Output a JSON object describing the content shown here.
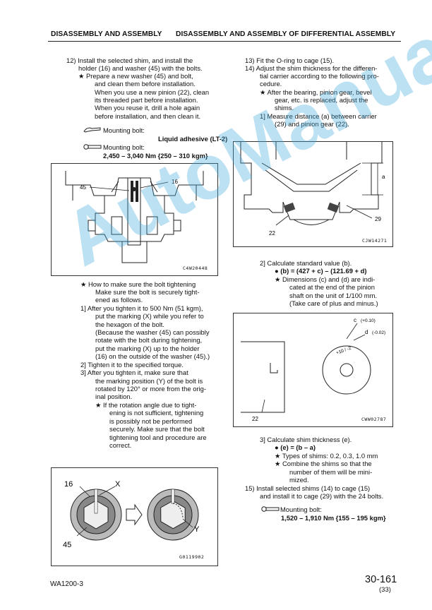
{
  "header": {
    "left": "DISASSEMBLY AND ASSEMBLY",
    "right": "DISASSEMBLY AND ASSEMBLY OF DIFFERENTIAL ASSEMBLY"
  },
  "left_column": {
    "step12": [
      "12) Install the selected shim, and install the",
      "holder (16) and washer (45) with the bolts.",
      "★  Prepare a new washer (45) and bolt,",
      "and clean them before installation.",
      "When you use a new pinion (22), clean",
      "its threaded part before installation.",
      "When you reuse it, drill a hole again",
      "before installation, and then clean it."
    ],
    "adhesive_label": "Mounting bolt:",
    "adhesive_value": "Liquid adhesive (LT-2)",
    "torque_label": "Mounting bolt:",
    "torque_value": "2,450 – 3,040 Nm {250 – 310 kgm}",
    "tightening": [
      "★   How to make sure the bolt tightening",
      "Make sure the bolt is securely tight-",
      "ened as follows.",
      "1]   After you tighten it to 500 Nm (51 kgm),",
      "put the marking (X) while you refer to",
      "the hexagon of the bolt.",
      "(Because the washer (45) can possibly",
      "rotate with the bolt during tightening,",
      "put the marking (X) up to the holder",
      "(16) on the outside of the washer (45).)",
      "2]   Tighten it to the specified torque.",
      "3]   After you tighten it, make sure that",
      "the marking position (Y) of the bolt is",
      "rotated by 120° or more from the orig-",
      "inal position.",
      "★   If the rotation angle due to tight-",
      "ening is not sufficient, tightening",
      "is possibly not be performed",
      "securely. Make sure that the bolt",
      "tightening tool and procedure are",
      "correct."
    ]
  },
  "right_column": {
    "steps_a": [
      "13) Fit the O-ring to cage (15).",
      "14) Adjust the shim thickness for the differen-",
      "tial carrier according to the following pro-",
      "cedure.",
      "★   After the bearing, pinion gear, bevel",
      "gear, etc. is replaced, adjust the",
      "shims.",
      "1]   Measure distance (a) between carrier",
      "(29) and pinion gear (22)."
    ],
    "steps_b": [
      "2]   Calculate standard value (b).",
      "●    (b) = (427 + c) – (121.69 + d)",
      "★   Dimensions (c) and (d) are indi-",
      "cated at the end of the pinion",
      "shaft on the unit of 1/100 mm.",
      "(Take care of plus and minus.)"
    ],
    "steps_c": [
      "3]   Calculate shim thickness (e).",
      "●    (e) = (b – a)",
      "★   Types of shims: 0.2, 0.3, 1.0 mm",
      "★   Combine the shims so that the",
      "number of them will be mini-",
      "mized.",
      "15) Install selected shims (14) to cage (15)",
      "and install it to cage (29) with the 24 bolts."
    ],
    "torque_label": "Mounting bolt:",
    "torque_value": "1,520 – 1,910 Nm {155 – 195 kgm}"
  },
  "figures": {
    "fig1": {
      "caption": "C4W20448",
      "labels": [
        "45",
        "16"
      ]
    },
    "fig2": {
      "caption": "CJW14271",
      "labels": [
        "a",
        "29",
        "22"
      ]
    },
    "fig3": {
      "caption": "CWW02787",
      "labels": [
        "c",
        "(+0.10)",
        "d",
        "(-0.02)",
        "+10 / -2",
        "22"
      ]
    },
    "fig4": {
      "caption": "G0119902",
      "labels": [
        "16",
        "X",
        "45",
        "Y"
      ]
    }
  },
  "watermark": "AutoManual",
  "footer": {
    "model": "WA1200-3",
    "page": "30-161",
    "sub": "(33)"
  }
}
